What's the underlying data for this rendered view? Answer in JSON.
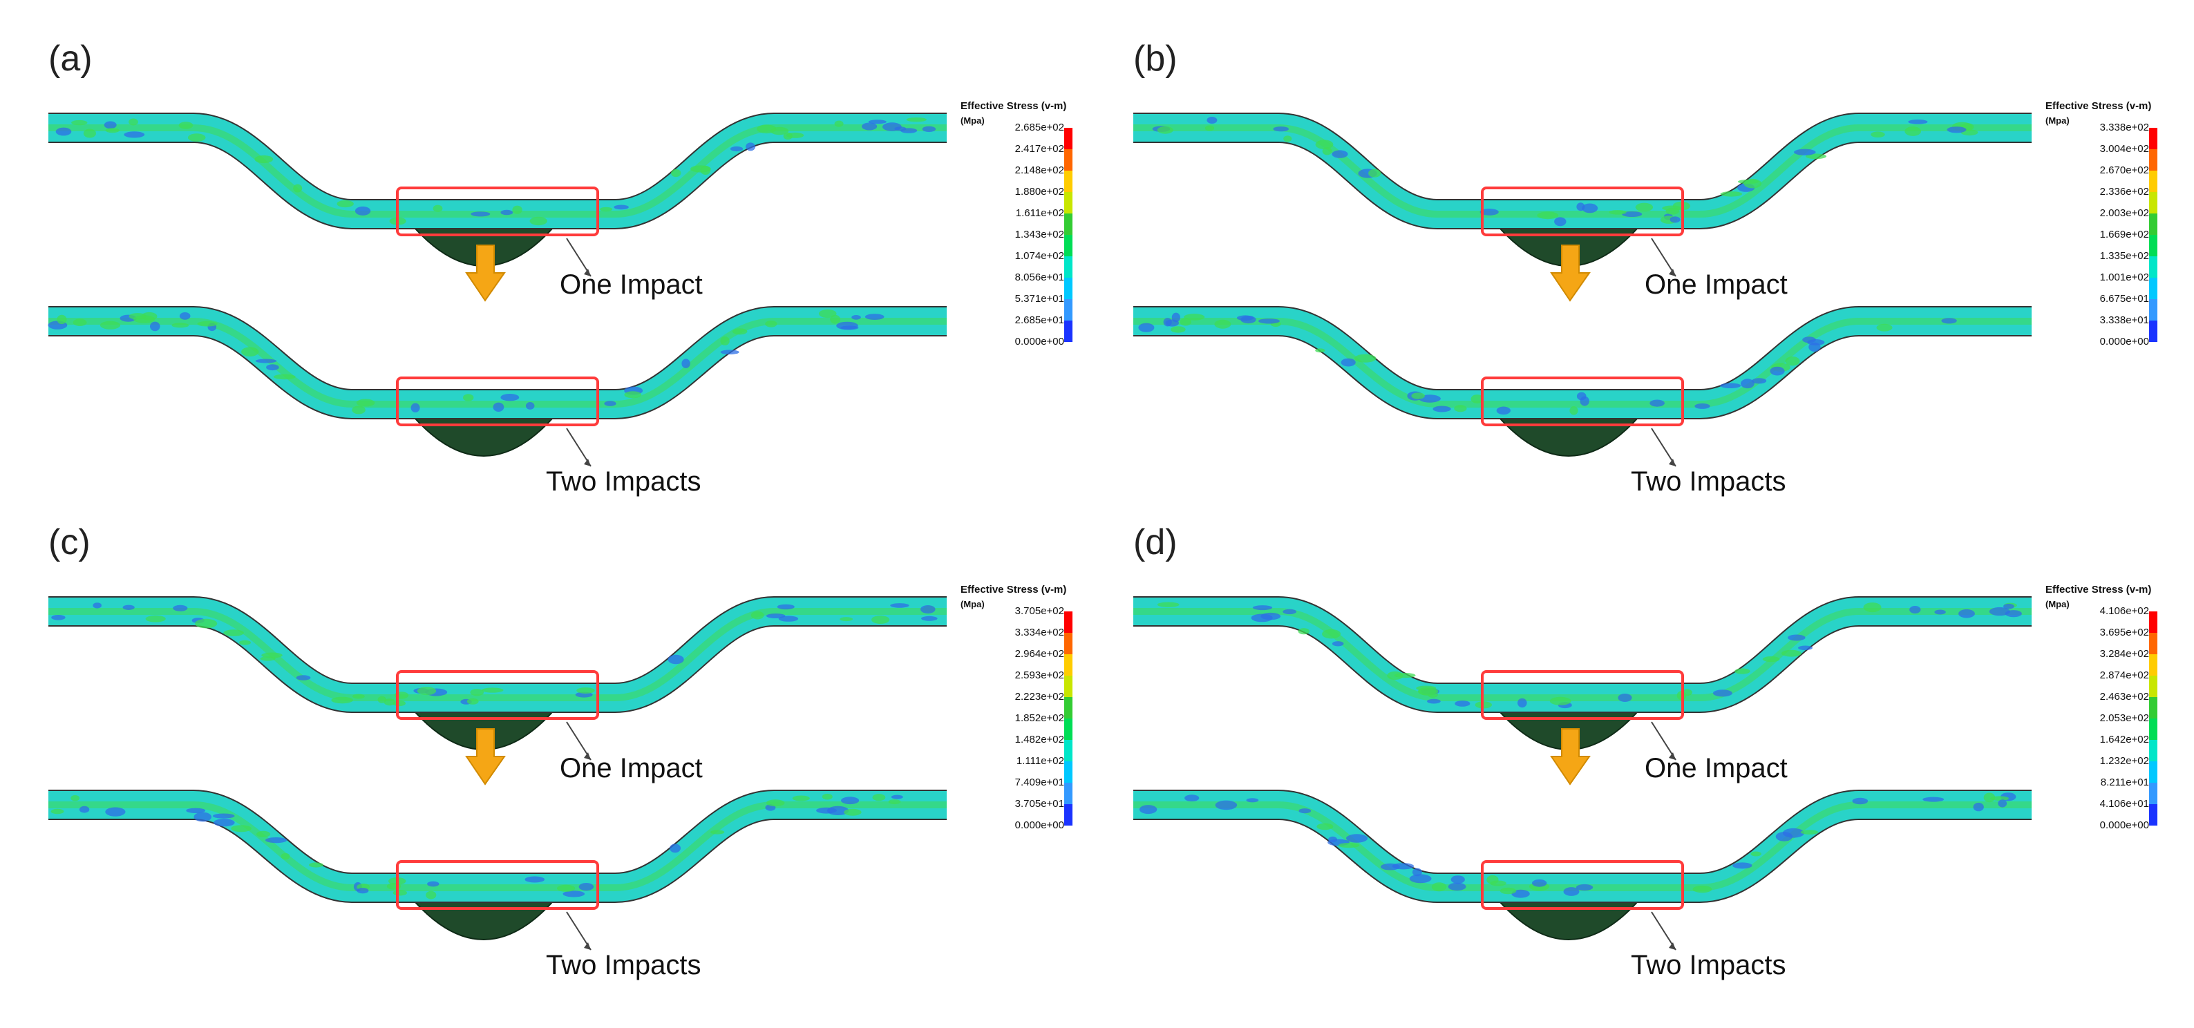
{
  "panels": [
    {
      "label": "(a)",
      "caption_one": "One Impact",
      "caption_two": "Two Impacts",
      "legend_title": "Effective Stress (v-m)",
      "legend_unit": "(Mpa)",
      "legend_ticks": [
        "2.685e+02",
        "2.417e+02",
        "2.148e+02",
        "1.880e+02",
        "1.611e+02",
        "1.343e+02",
        "1.074e+02",
        "8.056e+01",
        "5.371e+01",
        "2.685e+01",
        "0.000e+00"
      ]
    },
    {
      "label": "(b)",
      "caption_one": "One Impact",
      "caption_two": "Two Impacts",
      "legend_title": "Effective Stress (v-m)",
      "legend_unit": "(Mpa)",
      "legend_ticks": [
        "3.338e+02",
        "3.004e+02",
        "2.670e+02",
        "2.336e+02",
        "2.003e+02",
        "1.669e+02",
        "1.335e+02",
        "1.001e+02",
        "6.675e+01",
        "3.338e+01",
        "0.000e+00"
      ]
    },
    {
      "label": "(c)",
      "caption_one": "One Impact",
      "caption_two": "Two Impacts",
      "legend_title": "Effective Stress (v-m)",
      "legend_unit": "(Mpa)",
      "legend_ticks": [
        "3.705e+02",
        "3.334e+02",
        "2.964e+02",
        "2.593e+02",
        "2.223e+02",
        "1.852e+02",
        "1.482e+02",
        "1.111e+02",
        "7.409e+01",
        "3.705e+01",
        "0.000e+00"
      ]
    },
    {
      "label": "(d)",
      "caption_one": "One Impact",
      "caption_two": "Two Impacts",
      "legend_title": "Effective Stress (v-m)",
      "legend_unit": "(Mpa)",
      "legend_ticks": [
        "4.106e+02",
        "3.695e+02",
        "3.284e+02",
        "2.874e+02",
        "2.463e+02",
        "2.053e+02",
        "1.642e+02",
        "1.232e+02",
        "8.211e+01",
        "4.106e+01",
        "0.000e+00"
      ]
    }
  ],
  "colors": {
    "legend_scale": [
      "#ff0000",
      "#ff6600",
      "#ffcc00",
      "#c8e600",
      "#33cc33",
      "#00dd55",
      "#00e6c8",
      "#00c8ff",
      "#3399ff",
      "#1a33ff"
    ],
    "plate_base": "#29d3c8",
    "plate_green": "#3fdc55",
    "plate_blue": "#2d6fe6",
    "highlight_box": "#ff3b3b",
    "arrow": "#f5a615",
    "impactor": "#1f4a2a"
  }
}
